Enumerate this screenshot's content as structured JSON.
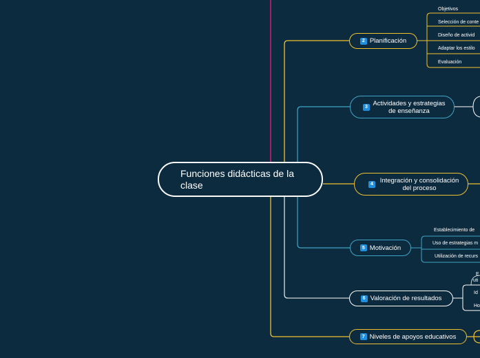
{
  "central": {
    "title": "Funciones didácticas de la clase"
  },
  "topics": [
    {
      "num": "2",
      "label": "Planificación"
    },
    {
      "num": "3",
      "label": "Actividades y  estrategias de enseñanza"
    },
    {
      "num": "4",
      "label": "Integración y consolidación del proceso"
    },
    {
      "num": "5",
      "label": "Motivación"
    },
    {
      "num": "6",
      "label": "Valoración de resultados"
    },
    {
      "num": "7",
      "label": "Niveles de apoyos educativos"
    }
  ],
  "planificacion_leaves": [
    "Objetivos",
    "Selección de conte",
    "Diseño de activid",
    "Adaptar los estilo",
    "Evaluación"
  ],
  "motivacion_leaves": [
    "Establecimiento de",
    "Uso de estrategias m",
    "Utilización de recurs"
  ],
  "valoracion_leaves": [
    "E",
    "uti",
    "Id",
    "Ho"
  ],
  "colors": {
    "background": "#0d2b3e",
    "branch_yellow": "#f2c12e",
    "branch_teal": "#3fa6c7",
    "top_line": "#d81b72",
    "number_badge": "#1f8fe0"
  }
}
